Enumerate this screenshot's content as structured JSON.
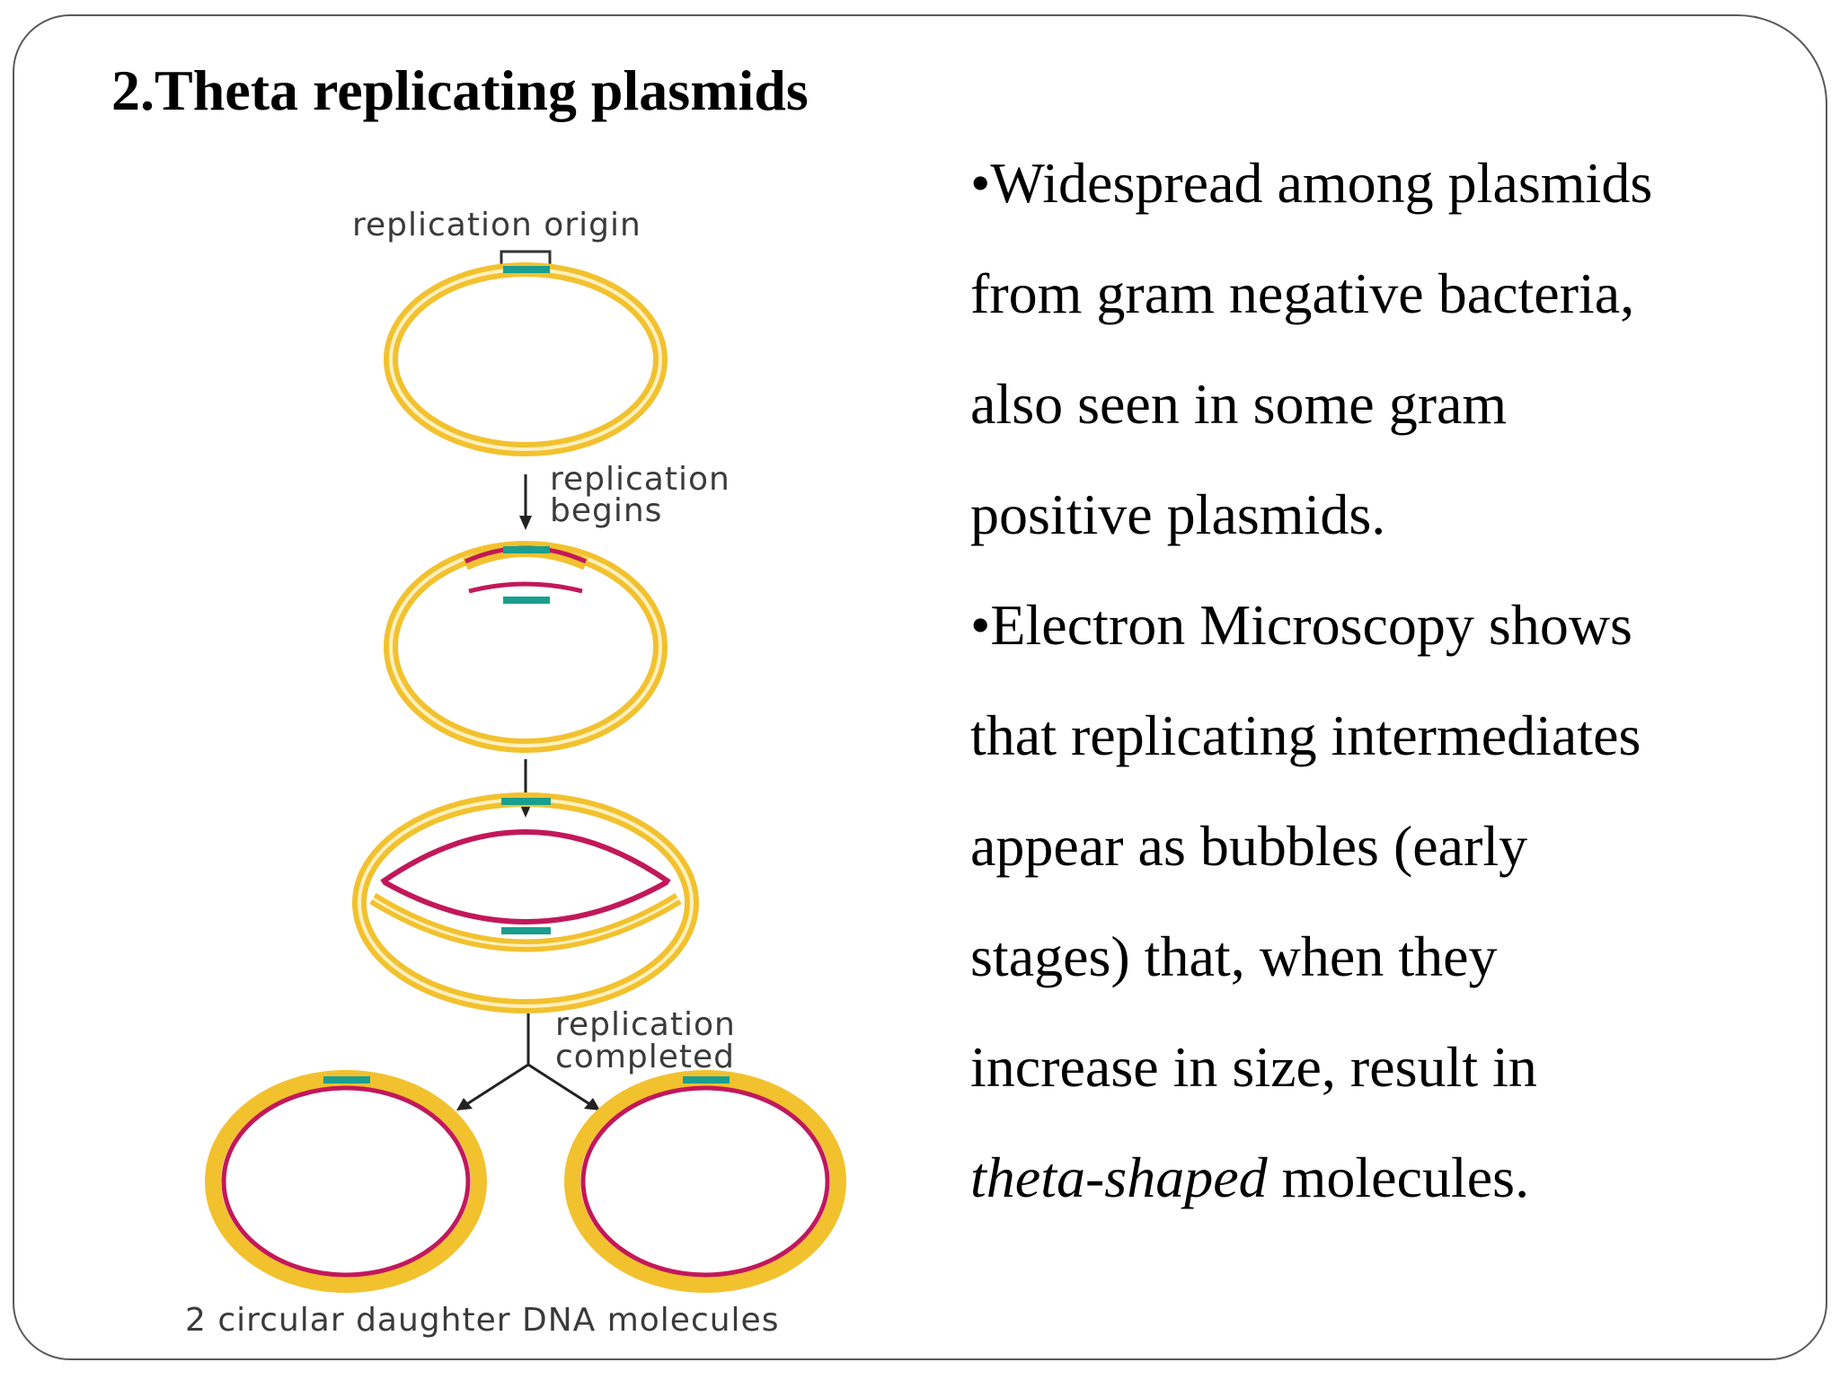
{
  "slide": {
    "title": "2.Theta replicating plasmids"
  },
  "diagram": {
    "labels": {
      "origin": "replication origin",
      "begins_line1": "replication",
      "begins_line2": "begins",
      "completed_line1": "replication",
      "completed_line2": "completed",
      "caption": "2 circular daughter DNA molecules"
    },
    "colors": {
      "parental_strand": "#f2c12e",
      "parental_core": "#fdf0c0",
      "new_strand": "#c2185b",
      "origin": "#1a9e8f",
      "arrow": "#222222"
    }
  },
  "bullets": {
    "b1": {
      "l1": "•Widespread among plasmids",
      "l2": "from gram negative bacteria,",
      "l3": "also seen in some gram",
      "l4": "positive plasmids."
    },
    "b2": {
      "l1": "•Electron Microscopy shows",
      "l2": "that replicating intermediates",
      "l3": "appear as bubbles (early",
      "l4": "stages) that, when they",
      "l5": "increase in size, result in",
      "l6_em": "theta-shaped",
      "l6_rest": " molecules."
    }
  }
}
